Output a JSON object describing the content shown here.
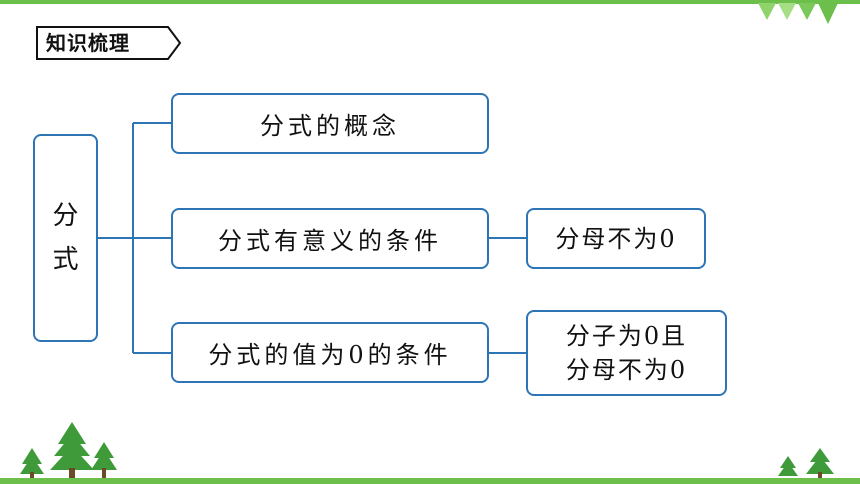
{
  "header": {
    "section_tag": "知识梳理"
  },
  "diagram": {
    "root": {
      "line1": "分",
      "line2": "式"
    },
    "branches": [
      {
        "label": "分式的概念"
      },
      {
        "label": "分式有意义的条件",
        "note_lines": [
          "分母不为0"
        ]
      },
      {
        "label": "分式的值为0的条件",
        "note_lines": [
          "分子为0且",
          "分母不为0"
        ]
      }
    ]
  },
  "colors": {
    "accent": "#6cbf4a",
    "box_border": "#2e75b6",
    "tree": "#3f9a3a"
  },
  "icons": [
    "pine-tree-icon",
    "pennant-icon"
  ]
}
